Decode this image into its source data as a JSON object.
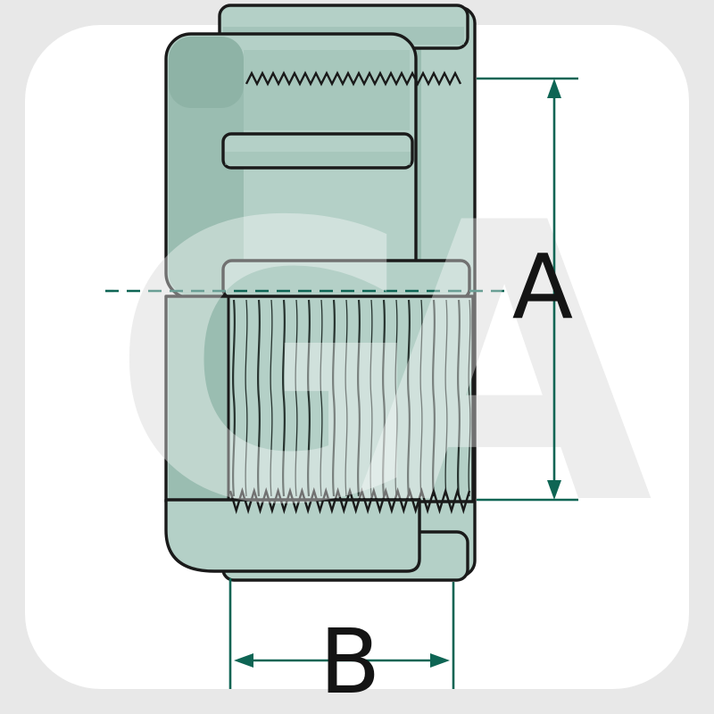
{
  "page": {
    "background_color": "#e8e8e8",
    "panel_color": "#ffffff"
  },
  "watermark": {
    "letter_left": "G",
    "letter_right": "A"
  },
  "diagram": {
    "subject": "threaded cap fitting, side section view",
    "dimension_a": {
      "label": "A",
      "orientation": "vertical"
    },
    "dimension_b": {
      "label": "B",
      "orientation": "horizontal"
    },
    "colors": {
      "body_fill": "#b4d0c7",
      "body_shade": "#9abdb1",
      "body_dark": "#80a79a",
      "outline": "#1a1a1a",
      "dimension": "#0e6554",
      "label": "#141414"
    }
  }
}
